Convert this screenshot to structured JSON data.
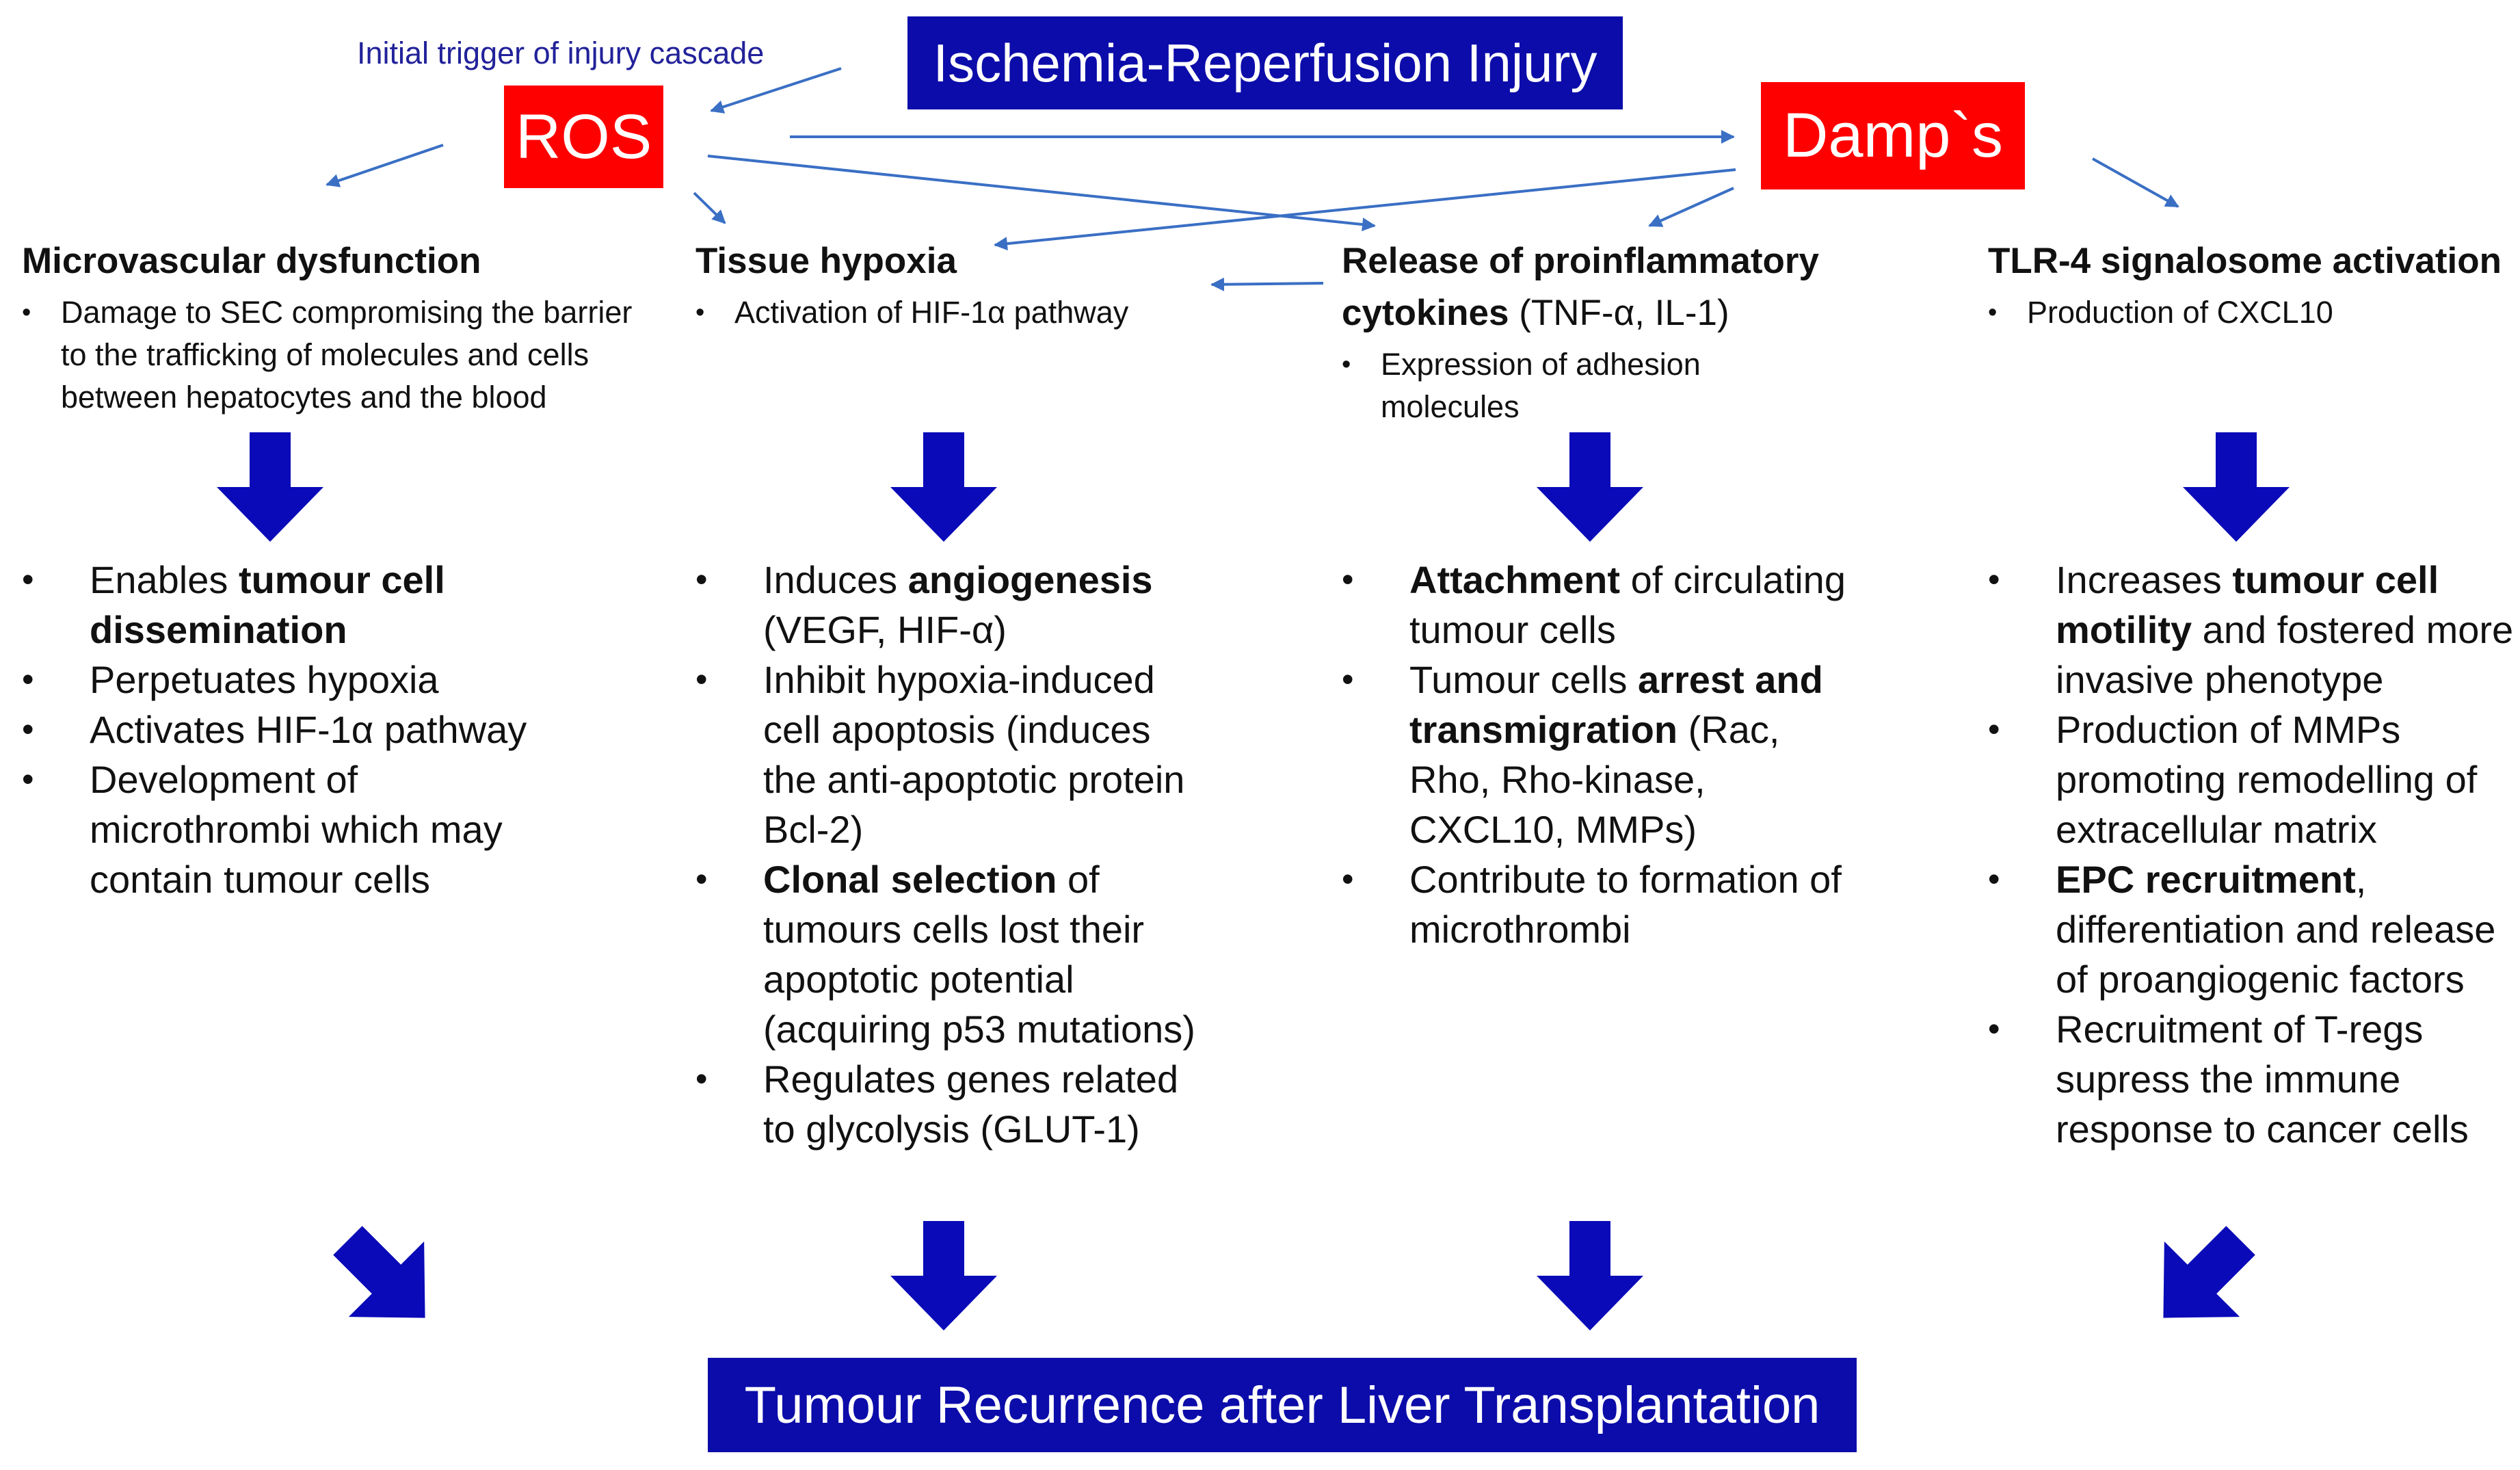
{
  "title_top": "Ischemia-Reperfusion Injury",
  "title_bottom": "Tumour Recurrence after Liver Transplantation",
  "ros_label": "ROS",
  "damps_label": "Damp`s",
  "trigger_label": "Initial trigger of injury cascade",
  "colors": {
    "navy": "#0c0caa",
    "red": "#ff0000",
    "arrow_line": "#3a6fc4",
    "block_arrow": "#0a0ab8"
  },
  "icons": [
    "down-block-arrow-icon",
    "diagonal-block-arrow-icon",
    "thin-arrow-icon"
  ],
  "columns": [
    {
      "heading": "Microvascular dysfunction",
      "heading_suffix": "",
      "sub": [
        "Damage to SEC compromising the barrier to the trafficking of molecules and cells between hepatocytes and the blood"
      ],
      "effects": [
        [
          {
            "t": "Enables "
          },
          {
            "t": "tumour cell dissemination",
            "b": true
          }
        ],
        [
          {
            "t": "Perpetuates hypoxia"
          }
        ],
        [
          {
            "t": "Activates HIF-1α pathway"
          }
        ],
        [
          {
            "t": "Development of microthrombi which may contain tumour cells"
          }
        ]
      ]
    },
    {
      "heading": "Tissue hypoxia",
      "heading_suffix": "",
      "sub": [
        "Activation of HIF-1α pathway"
      ],
      "effects": [
        [
          {
            "t": "Induces "
          },
          {
            "t": "angiogenesis",
            "b": true
          },
          {
            "t": " (VEGF, HIF-α)"
          }
        ],
        [
          {
            "t": "Inhibit hypoxia-induced cell apoptosis (induces the anti-apoptotic protein Bcl-2)"
          }
        ],
        [
          {
            "t": "Clonal selection",
            "b": true
          },
          {
            "t": " of tumours cells lost their apoptotic potential (acquiring p53 mutations)"
          }
        ],
        [
          {
            "t": "Regulates genes related to glycolysis (GLUT-1)"
          }
        ]
      ]
    },
    {
      "heading": "Release of proinflammatory cytokines",
      "heading_suffix": " (TNF-α, IL-1)",
      "sub": [
        "Expression of adhesion molecules"
      ],
      "effects": [
        [
          {
            "t": "Attachment",
            "b": true
          },
          {
            "t": " of circulating tumour cells"
          }
        ],
        [
          {
            "t": "Tumour cells "
          },
          {
            "t": "arrest and transmigration",
            "b": true
          },
          {
            "t": " (Rac, Rho, Rho-kinase, CXCL10, MMPs)"
          }
        ],
        [
          {
            "t": "Contribute to formation of microthrombi"
          }
        ]
      ]
    },
    {
      "heading": "TLR-4 signalosome activation",
      "heading_suffix": "",
      "sub": [
        "Production of CXCL10"
      ],
      "effects": [
        [
          {
            "t": "Increases "
          },
          {
            "t": "tumour cell motility",
            "b": true
          },
          {
            "t": " and fostered more invasive phenotype"
          }
        ],
        [
          {
            "t": "Production of MMPs promoting remodelling of extracellular matrix"
          }
        ],
        [
          {
            "t": "EPC recruitment",
            "b": true
          },
          {
            "t": ", differentiation and release of proangiogenic factors"
          }
        ],
        [
          {
            "t": "Recruitment of T-regs supress the immune response to cancer cells"
          }
        ]
      ]
    }
  ]
}
